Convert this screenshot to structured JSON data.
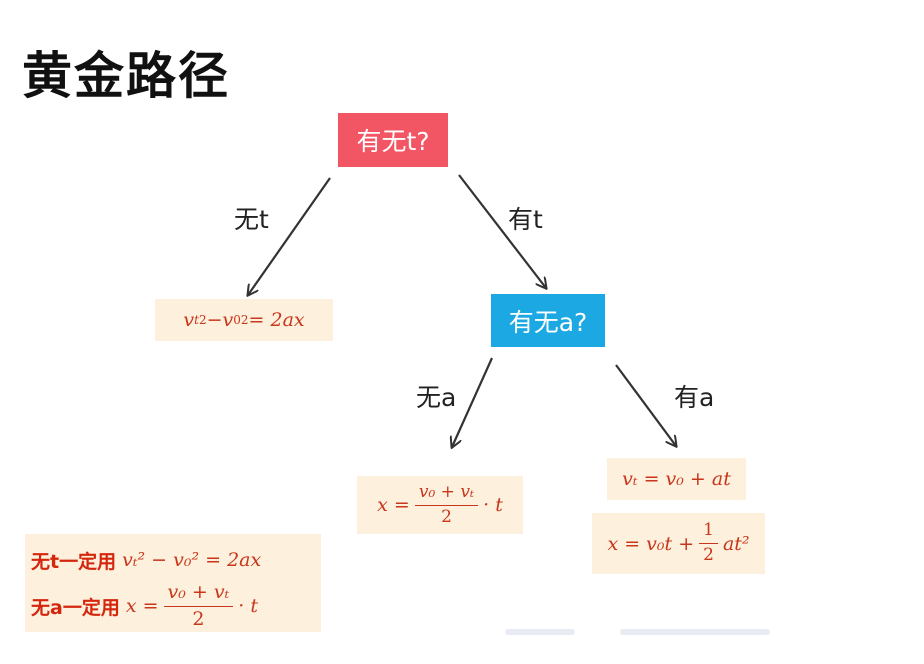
{
  "title": "黄金路径",
  "nodes": {
    "root": "有无t?",
    "second": "有无a?"
  },
  "edges": {
    "no_t": "无t",
    "has_t": "有t",
    "no_a": "无a",
    "has_a": "有a"
  },
  "formulas": {
    "no_t": {
      "v": "v",
      "t": "t",
      "sq": "2",
      "minus": " − ",
      "v0_sub": "0",
      "rhs": " = 2ax"
    },
    "no_a": {
      "lhs": "x = ",
      "num": "v₀ + vₜ",
      "den": "2",
      "tail": " · t"
    },
    "has_a_1": "vₜ = v₀ + at",
    "has_a_2": {
      "lhs": "x = v₀t + ",
      "num": "1",
      "den": "2",
      "tail": "at²"
    }
  },
  "summary": {
    "row1_label": "无t一定用",
    "row1_formula": "vₜ² − v₀² = 2ax",
    "row2_label": "无a一定用",
    "row2_lhs": "x = ",
    "row2_num": "v₀ + vₜ",
    "row2_den": "2",
    "row2_tail": " · t"
  },
  "colors": {
    "root_node": "#f25563",
    "second_node": "#1ca8e2",
    "formula_text": "#c8361c",
    "formula_bg": "#fdf0dc"
  }
}
